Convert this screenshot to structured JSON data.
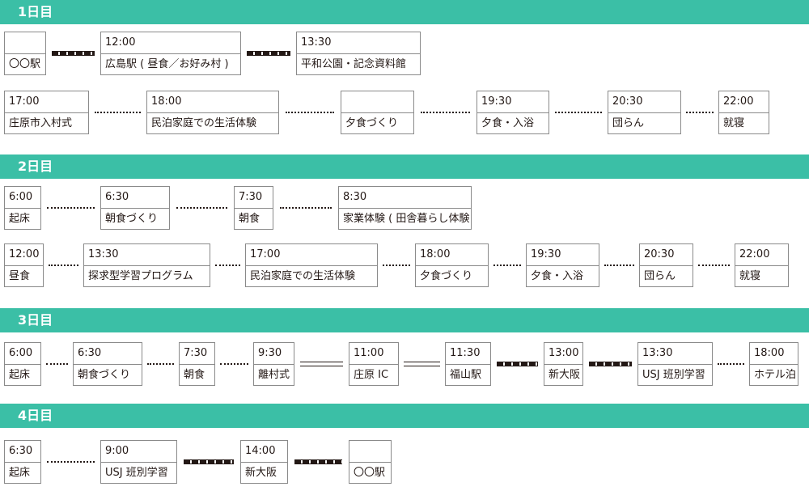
{
  "days": [
    {
      "title": "1日目",
      "rows": [
        {
          "items": [
            {
              "time": "",
              "label": "〇〇駅"
            },
            {
              "time": "12:00",
              "label": "広島駅 ( 昼食／お好み村 )"
            },
            {
              "time": "13:30",
              "label": "平和公園・記念資料館"
            }
          ],
          "connectors": [
            "rail",
            "rail"
          ]
        },
        {
          "items": [
            {
              "time": "17:00",
              "label": "庄原市入村式"
            },
            {
              "time": "18:00",
              "label": "民泊家庭での生活体験"
            },
            {
              "time": "",
              "label": "夕食づくり"
            },
            {
              "time": "19:30",
              "label": "夕食・入浴"
            },
            {
              "time": "20:30",
              "label": "団らん"
            },
            {
              "time": "22:00",
              "label": "就寝"
            }
          ],
          "connectors": [
            "dots",
            "dots",
            "dots",
            "dots",
            "dots"
          ]
        }
      ]
    },
    {
      "title": "2日目",
      "rows": [
        {
          "items": [
            {
              "time": "6:00",
              "label": "起床"
            },
            {
              "time": "6:30",
              "label": "朝食づくり"
            },
            {
              "time": "7:30",
              "label": "朝食"
            },
            {
              "time": "8:30",
              "label": "家業体験 ( 田舎暮らし体験 )"
            }
          ],
          "connectors": [
            "dots",
            "dots",
            "dots"
          ]
        },
        {
          "items": [
            {
              "time": "12:00",
              "label": "昼食"
            },
            {
              "time": "13:30",
              "label": "探求型学習プログラム"
            },
            {
              "time": "17:00",
              "label": "民泊家庭での生活体験"
            },
            {
              "time": "18:00",
              "label": "夕食づくり"
            },
            {
              "time": "19:30",
              "label": "夕食・入浴"
            },
            {
              "time": "20:30",
              "label": "団らん"
            },
            {
              "time": "22:00",
              "label": "就寝"
            }
          ],
          "connectors": [
            "dots",
            "dots",
            "dots",
            "dots",
            "dots",
            "dots"
          ]
        }
      ]
    },
    {
      "title": "3日目",
      "rows": [
        {
          "items": [
            {
              "time": "6:00",
              "label": "起床"
            },
            {
              "time": "6:30",
              "label": "朝食づくり"
            },
            {
              "time": "7:30",
              "label": "朝食"
            },
            {
              "time": "9:30",
              "label": "離村式"
            },
            {
              "time": "11:00",
              "label": "庄原 IC"
            },
            {
              "time": "11:30",
              "label": "福山駅"
            },
            {
              "time": "13:00",
              "label": "新大阪"
            },
            {
              "time": "13:30",
              "label": "USJ 班別学習"
            },
            {
              "time": "18:00",
              "label": "ホテル泊"
            }
          ],
          "connectors": [
            "dots",
            "dots",
            "dots",
            "road",
            "road",
            "rail",
            "rail",
            "dots"
          ]
        }
      ]
    },
    {
      "title": "4日目",
      "rows": [
        {
          "items": [
            {
              "time": "6:30",
              "label": "起床"
            },
            {
              "time": "9:00",
              "label": "USJ 班別学習"
            },
            {
              "time": "14:00",
              "label": "新大阪"
            },
            {
              "time": "",
              "label": "〇〇駅"
            }
          ],
          "connectors": [
            "dots",
            "rail",
            "rail"
          ]
        }
      ]
    }
  ]
}
